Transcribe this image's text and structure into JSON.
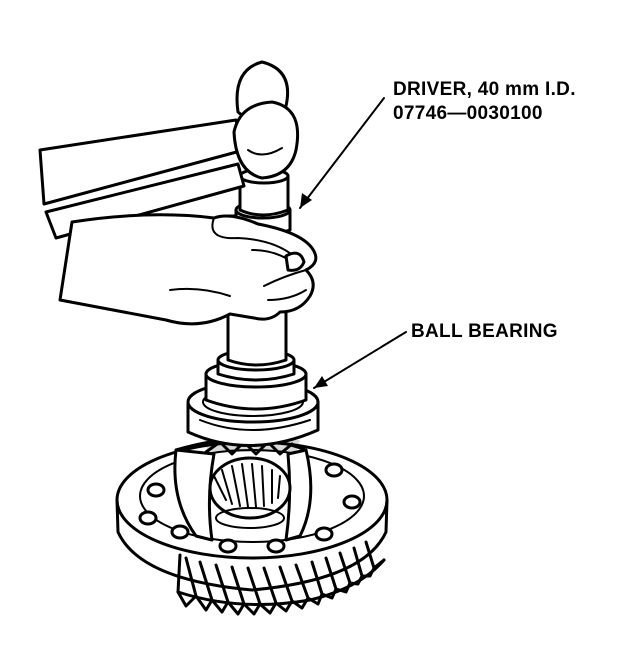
{
  "labels": {
    "driver_line1": "DRIVER, 40 mm I.D.",
    "driver_line2": "07746—0030100",
    "ball_bearing": "BALL BEARING"
  },
  "colors": {
    "ink": "#000000",
    "paper": "#ffffff"
  }
}
